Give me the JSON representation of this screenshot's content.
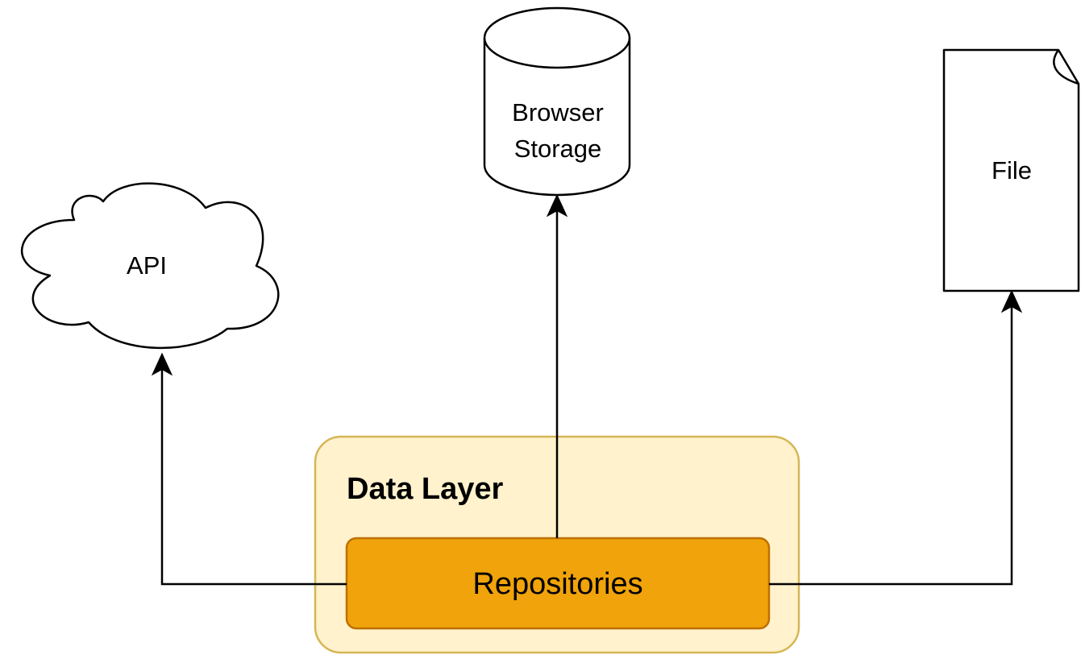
{
  "nodes": {
    "api": {
      "label": "API",
      "shape": "cloud-icon"
    },
    "browser_storage": {
      "label": "Browser Storage",
      "shape": "database-cylinder-icon"
    },
    "file": {
      "label": "File",
      "shape": "document-icon"
    },
    "data_layer": {
      "label": "Data Layer",
      "fill": "#fff2cc",
      "stroke": "#d6b656"
    },
    "repositories": {
      "label": "Repositories",
      "fill": "#f0a30a",
      "stroke": "#bd7000"
    }
  },
  "edges": [
    {
      "from": "repositories",
      "to": "api"
    },
    {
      "from": "repositories",
      "to": "browser_storage"
    },
    {
      "from": "repositories",
      "to": "file"
    }
  ]
}
